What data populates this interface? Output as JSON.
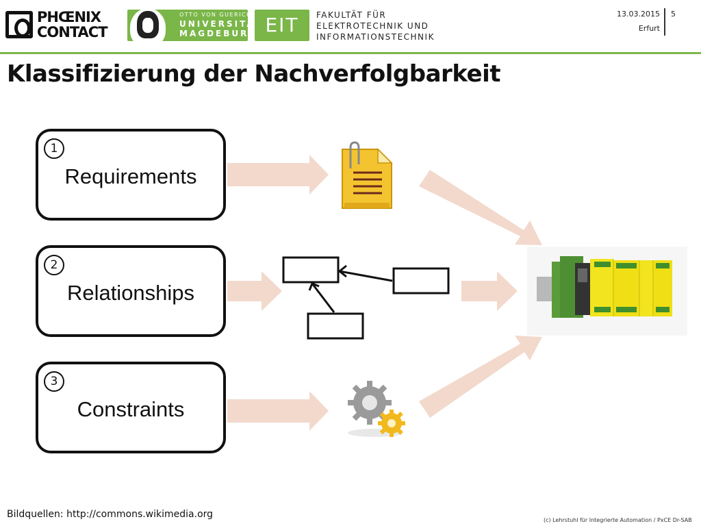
{
  "header": {
    "phoenix_logo_text": "PHŒNIX\nCONTACT",
    "ovgu_small": "OTTO VON GUERICKE",
    "ovgu_big": "UNIVERSITÄT\nMAGDEBURG",
    "eit_logo": "EIT",
    "faculty": "FAKULTÄT FÜR\nELEKTROTECHNIK UND\nINFORMATIONSTECHNIK",
    "date": "13.03.2015",
    "page_number": "5",
    "location": "Erfurt"
  },
  "title": "Klassifizierung der Nachverfolgbarkeit",
  "categories": [
    {
      "number": "1",
      "label": "Requirements"
    },
    {
      "number": "2",
      "label": "Relationships"
    },
    {
      "number": "3",
      "label": "Constraints"
    }
  ],
  "icons": {
    "document": "document-icon",
    "gears": "gears-icon",
    "product": "plc-device-image",
    "arrow_color": "#f2d9cc",
    "accent": "#7ab648"
  },
  "footer": {
    "source": "Bildquellen: http://commons.wikimedia.org",
    "copyright": "(c) Lehrstuhl für Integrierte Automation / PxCE Dr-SAB"
  }
}
